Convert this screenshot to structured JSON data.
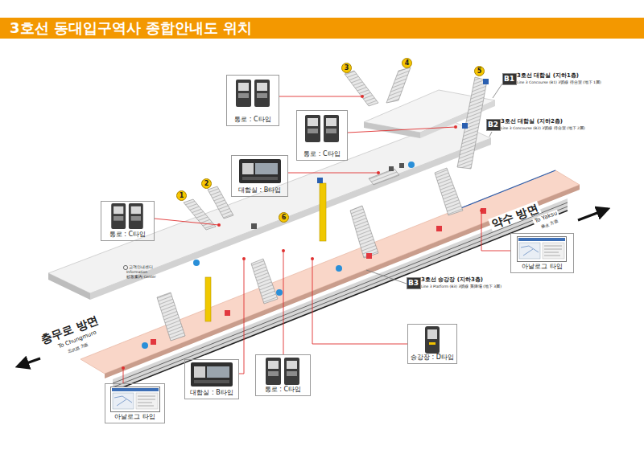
{
  "diagram": {
    "title": "3호선 동대입구역사 종합안내도 위치",
    "nodes": [
      {
        "text": [
          "3"
        ]
      },
      {
        "text": [
          "4"
        ]
      },
      {
        "text": [
          "5"
        ]
      },
      {
        "text": [
          "통로 : C타입"
        ]
      },
      {
        "text": [
          "B1"
        ]
      },
      {
        "text": [
          "통로 : C타입"
        ]
      },
      {
        "text": [
          "B2"
        ]
      },
      {
        "text": [
          "대합실 : B타입"
        ]
      },
      {
        "text": [
          "1"
        ]
      },
      {
        "text": [
          "2"
        ]
      },
      {
        "text": [
          "통로 : C타입"
        ]
      },
      {
        "text": [
          "6"
        ]
      },
      {
        "text": [
          "아날로그 타입"
        ]
      },
      {
        "text": [
          "B3"
        ]
      },
      {
        "text": [
          "승강장 : D타입"
        ]
      },
      {
        "text": [
          "대합실 : B타입"
        ]
      },
      {
        "text": [
          "통로 : C타입"
        ]
      },
      {
        "text": [
          "아날로그 타입"
        ]
      }
    ],
    "labels": [
      "3호선 대합실 (지하1층)",
      "Line 3 Concourse (B1) 3號線 待合室 (地下 1層)",
      "3호선 대합실 (지하2층)",
      "Line 3 Concourse (B2) 3號線 待合室 (地下 2層)",
      "약수 방면",
      "To Yaksu",
      "藥水 方面",
      "고객안내센터",
      "Information",
      "顧客案內 Center",
      "3호선 승강장 (지하3층)",
      "Line 3 Platform (B3) 3號線 乘降場 (地下 3層)",
      "충무로 방면",
      "To Chungmuro",
      "忠武路 方面"
    ]
  }
}
